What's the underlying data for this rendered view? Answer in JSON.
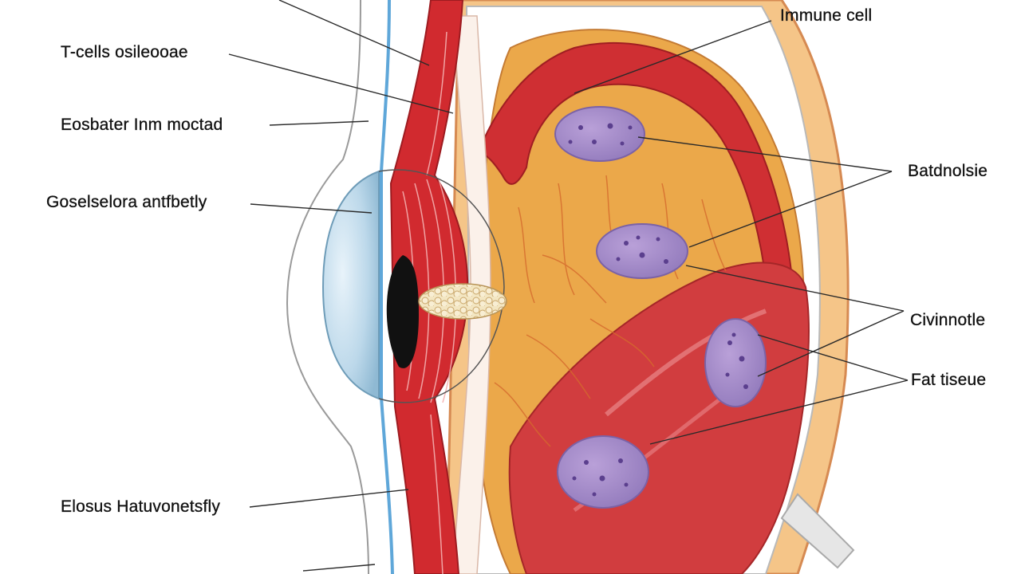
{
  "labels": {
    "left": [
      "T-cells osileooae",
      "Eosbater Inm moctad",
      "Goselselora antfbetly",
      "Elosus Hatuvonetsfly"
    ],
    "right": [
      "Immune cell",
      "Batdnolsie",
      "Civinnotle",
      "Fat tiseue"
    ]
  },
  "colors": {
    "tissue_red": "#d22e33",
    "fat_orange": "#e9a848",
    "outer_peach": "#f4c07f",
    "cell_purple": "#a88cc9",
    "lens_blue": "#bcd8ea",
    "leader_line": "#2a2a2a"
  }
}
